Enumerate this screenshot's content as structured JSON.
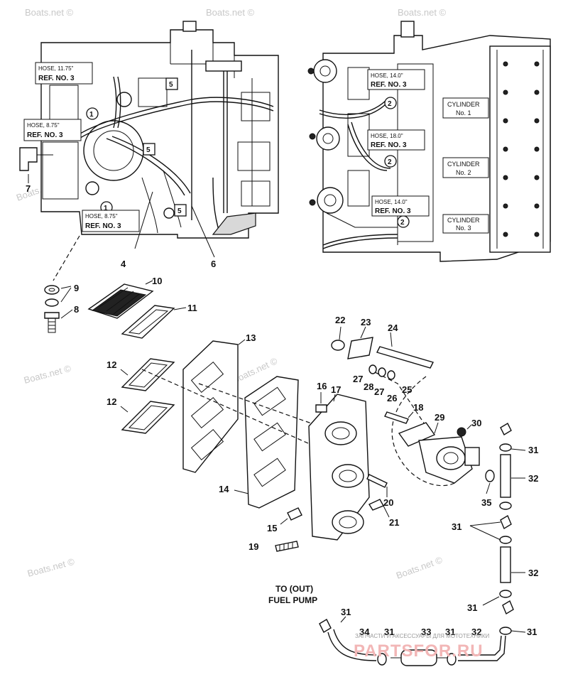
{
  "watermarks": [
    "Boats.net ©",
    "Boats.net ©",
    "Boats.net ©",
    "Boats.net ©",
    "Boats.net ©",
    "Boats.net ©",
    "Boats.net ©",
    "Boats.net ©"
  ],
  "left_engine_tags": [
    {
      "hose": "HOSE, 11.75\"",
      "ref": "REF. NO. 3"
    },
    {
      "hose": "HOSE, 8.75\"",
      "ref": "REF. NO. 3"
    },
    {
      "hose": "HOSE, 8.75\"",
      "ref": "REF. NO. 3"
    }
  ],
  "right_engine_tags": [
    {
      "hose": "HOSE, 14.0\"",
      "ref": "REF. NO. 3"
    },
    {
      "hose": "HOSE, 18.0\"",
      "ref": "REF. NO. 3"
    },
    {
      "hose": "HOSE, 14.0\"",
      "ref": "REF. NO. 3"
    }
  ],
  "cylinder_tags": [
    {
      "line1": "CYLINDER",
      "line2": "No. 1"
    },
    {
      "line1": "CYLINDER",
      "line2": "No. 2"
    },
    {
      "line1": "CYLINDER",
      "line2": "No. 3"
    }
  ],
  "circled_callouts": [
    "1",
    "1",
    "5",
    "5",
    "5",
    "2",
    "2",
    "2"
  ],
  "part_numbers": [
    "7",
    "4",
    "6",
    "10",
    "9",
    "8",
    "11",
    "13",
    "12",
    "12",
    "14",
    "15",
    "16",
    "17",
    "19",
    "21",
    "20",
    "22",
    "23",
    "24",
    "27",
    "28",
    "27",
    "26",
    "25",
    "18",
    "29",
    "30",
    "31",
    "32",
    "35",
    "31",
    "32",
    "31",
    "31",
    "34",
    "31",
    "33",
    "31",
    "32",
    "31"
  ],
  "note": {
    "line1": "TO (OUT)",
    "line2": "FUEL PUMP"
  },
  "brand": {
    "text": "PARTSFOR.RU",
    "subtitle": "ЗАПЧАСТИ И АКСЕССУАРЫ ДЛЯ МОТОТЕХНИКИ"
  }
}
